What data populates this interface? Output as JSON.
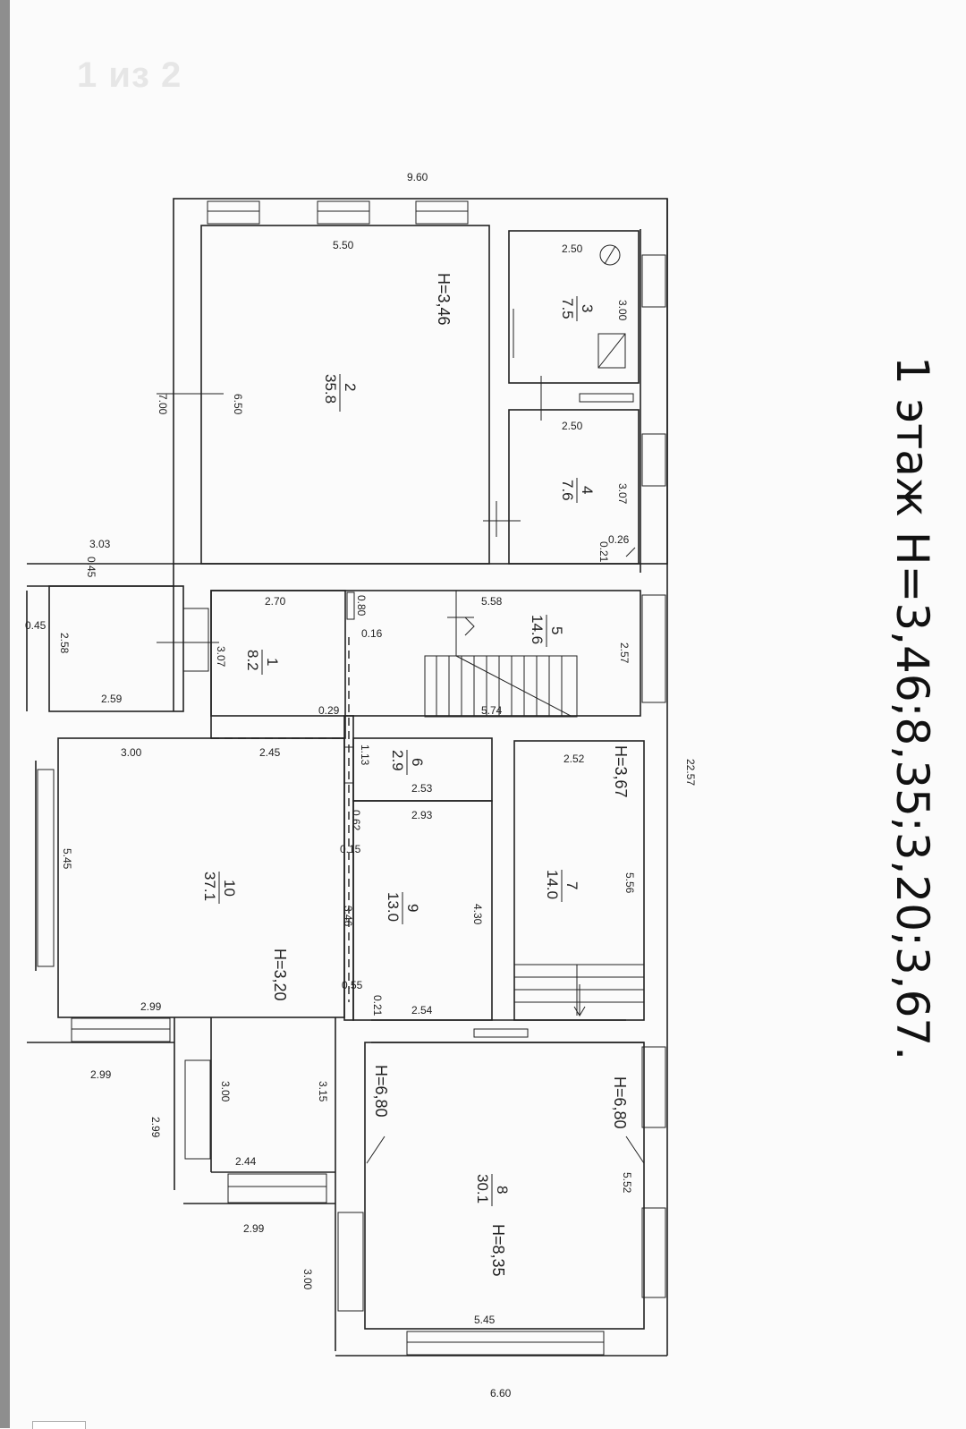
{
  "page_counter": "1 из 2",
  "floor_title": "1 этаж H=3,46;8,35;3,20;3,67.",
  "rooms": [
    {
      "num": "1",
      "area": "8.2"
    },
    {
      "num": "2",
      "area": "35.8"
    },
    {
      "num": "3",
      "area": "7.5"
    },
    {
      "num": "4",
      "area": "7.6"
    },
    {
      "num": "5",
      "area": "14.6"
    },
    {
      "num": "6",
      "area": "2.9"
    },
    {
      "num": "7",
      "area": "14.0"
    },
    {
      "num": "8",
      "area": "30.1"
    },
    {
      "num": "9",
      "area": "13.0"
    },
    {
      "num": "10",
      "area": "37.1"
    }
  ],
  "heights": {
    "room2": "H=3,46",
    "room7": "H=3,67",
    "room10": "H=3,20",
    "room8_left": "H=6,80",
    "room8_right": "H=6,80",
    "room8_main": "H=8,35"
  },
  "dimensions": {
    "top_width": "9.60",
    "r2_width": "5.50",
    "r2_height": "6.50",
    "left_wall": "7.00",
    "r3_width": "2.50",
    "r3_height": "3.00",
    "r4_width": "2.50",
    "r4_height": "3.07",
    "r4_nook_w": "0.26",
    "r4_nook_h": "0.21",
    "annex_top": "3.03",
    "annex_wall": "0.45",
    "annex_side": "0.45",
    "annex_height": "2.58",
    "annex_bottom": "2.59",
    "r1_width": "2.70",
    "r1_niche_w": "0.80",
    "r1_niche_d": "0.16",
    "r1_height": "3.07",
    "r5_width": "5.58",
    "r5_height": "2.57",
    "stair_width": "5.74",
    "corner_small": "0.29",
    "r10_top_a": "3.00",
    "r10_top_b": "2.45",
    "r10_left": "5.45",
    "r6_height": "1.13",
    "r6_width": "2.53",
    "r9_top": "2.93",
    "r9_niche_h": "0.62",
    "r9_niche_d": "0.15",
    "r9_side": "3.46",
    "r9_height": "4.30",
    "r9_bottom": "2.54",
    "r9_step": "0.55",
    "r9_step_d": "0.21",
    "r7_width": "2.52",
    "r7_height": "5.56",
    "total_length": "22.57",
    "r10_bottom": "2.99",
    "porch_top": "2.99",
    "porch_left": "2.99",
    "porch_right": "3.00",
    "porch_mid": "3.15",
    "porch_bottom": "2.44",
    "porch_outer": "2.99",
    "r8_height": "5.52",
    "r8_left": "3.00",
    "r8_width": "5.45",
    "bottom_width": "6.60"
  }
}
